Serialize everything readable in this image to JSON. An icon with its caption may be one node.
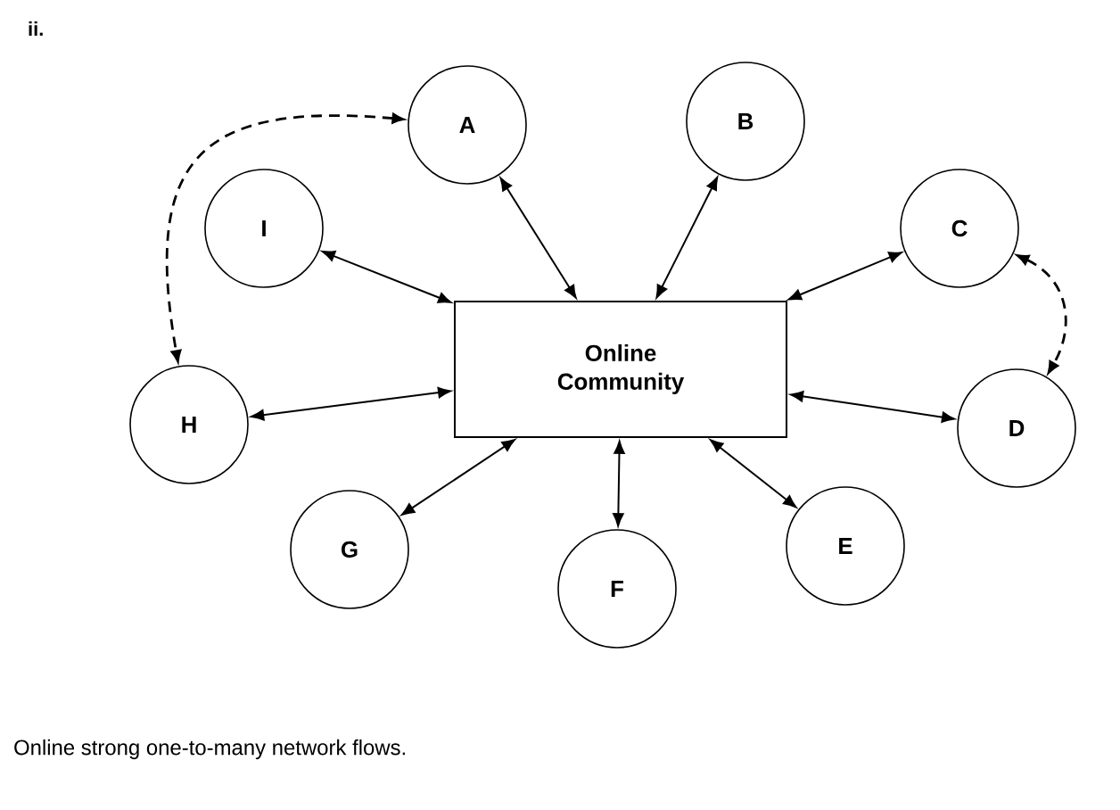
{
  "diagram": {
    "caption": "Online strong one-to-many network flows.",
    "nodes": [
      {
        "text": [
          "Online Community"
        ]
      },
      {
        "text": [
          "A"
        ]
      },
      {
        "text": [
          "B"
        ]
      },
      {
        "text": [
          "C"
        ]
      },
      {
        "text": [
          "D"
        ]
      },
      {
        "text": [
          "E"
        ]
      },
      {
        "text": [
          "F"
        ]
      },
      {
        "text": [
          "G"
        ]
      },
      {
        "text": [
          "H"
        ]
      },
      {
        "text": [
          "I"
        ]
      }
    ],
    "edges": [
      {
        "from": 1,
        "to": 0,
        "arrow": "both"
      },
      {
        "from": 2,
        "to": 0,
        "arrow": "both"
      },
      {
        "from": 3,
        "to": 0,
        "arrow": "both"
      },
      {
        "from": 4,
        "to": 0,
        "arrow": "both"
      },
      {
        "from": 5,
        "to": 0,
        "arrow": "both"
      },
      {
        "from": 6,
        "to": 0,
        "arrow": "both"
      },
      {
        "from": 7,
        "to": 0,
        "arrow": "both"
      },
      {
        "from": 8,
        "to": 0,
        "arrow": "both"
      },
      {
        "from": 9,
        "to": 0,
        "arrow": "both"
      },
      {
        "from": 1,
        "to": 8,
        "arrow": "both",
        "style": "dashed"
      },
      {
        "from": 3,
        "to": 4,
        "arrow": "both",
        "style": "dashed"
      }
    ],
    "labels": [
      "ii."
    ]
  }
}
